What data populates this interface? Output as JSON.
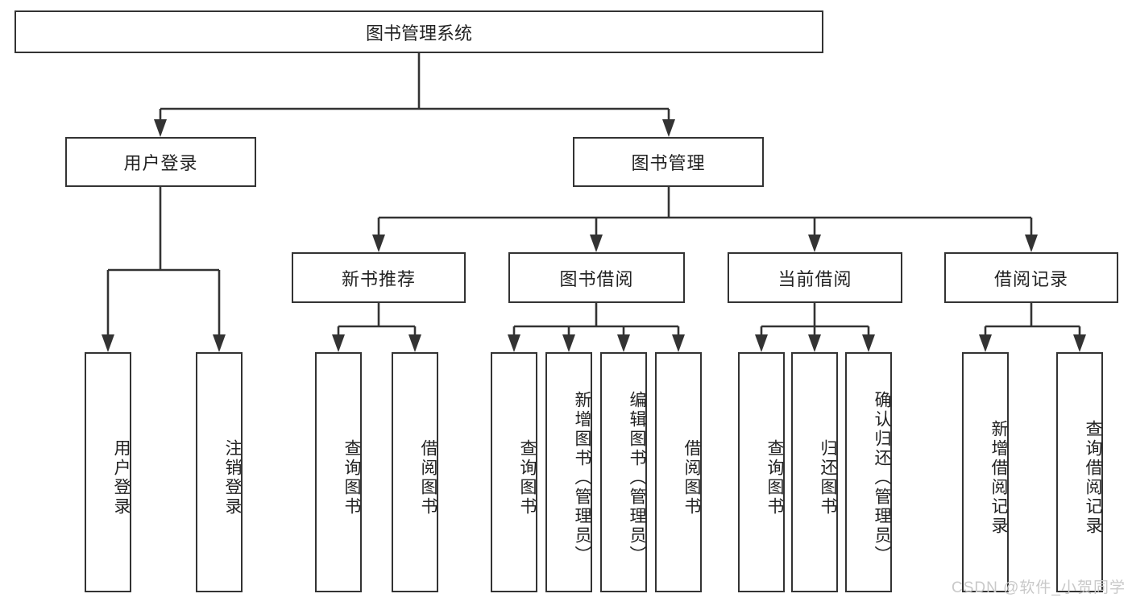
{
  "diagram": {
    "type": "tree-hierarchy",
    "title": "图书管理系统",
    "watermark": "CSDN @软件_小贺同学",
    "colors": {
      "stroke": "#333333",
      "fill": "#ffffff",
      "text": "#222222",
      "watermark": "#c9c9c9"
    },
    "levels": [
      {
        "level": 0,
        "nodes": [
          {
            "id": "root",
            "label": "图书管理系统"
          }
        ]
      },
      {
        "level": 1,
        "nodes": [
          {
            "id": "login",
            "label": "用户登录",
            "parent": "root"
          },
          {
            "id": "bookmgmt",
            "label": "图书管理",
            "parent": "root"
          }
        ]
      },
      {
        "level": 2,
        "nodes": [
          {
            "id": "newbook",
            "label": "新书推荐",
            "parent": "bookmgmt"
          },
          {
            "id": "borrow",
            "label": "图书借阅",
            "parent": "bookmgmt"
          },
          {
            "id": "current",
            "label": "当前借阅",
            "parent": "bookmgmt"
          },
          {
            "id": "record",
            "label": "借阅记录",
            "parent": "bookmgmt"
          }
        ]
      },
      {
        "level": 3,
        "nodes": [
          {
            "id": "l1",
            "label": "用户登录",
            "parent": "login"
          },
          {
            "id": "l2",
            "label": "注销登录",
            "parent": "login"
          },
          {
            "id": "l3",
            "label": "查询图书",
            "parent": "newbook"
          },
          {
            "id": "l4",
            "label": "借阅图书",
            "parent": "newbook"
          },
          {
            "id": "l5",
            "label": "查询图书",
            "parent": "borrow"
          },
          {
            "id": "l6",
            "label": "新增图书（管理员）",
            "parent": "borrow"
          },
          {
            "id": "l7",
            "label": "编辑图书（管理员）",
            "parent": "borrow"
          },
          {
            "id": "l8",
            "label": "借阅图书",
            "parent": "borrow"
          },
          {
            "id": "l9",
            "label": "查询图书",
            "parent": "current"
          },
          {
            "id": "l10",
            "label": "归还图书",
            "parent": "current"
          },
          {
            "id": "l11",
            "label": "确认归还（管理员）",
            "parent": "current"
          },
          {
            "id": "l12",
            "label": "新增借阅记录",
            "parent": "record"
          },
          {
            "id": "l13",
            "label": "查询借阅记录",
            "parent": "record"
          }
        ]
      }
    ]
  }
}
